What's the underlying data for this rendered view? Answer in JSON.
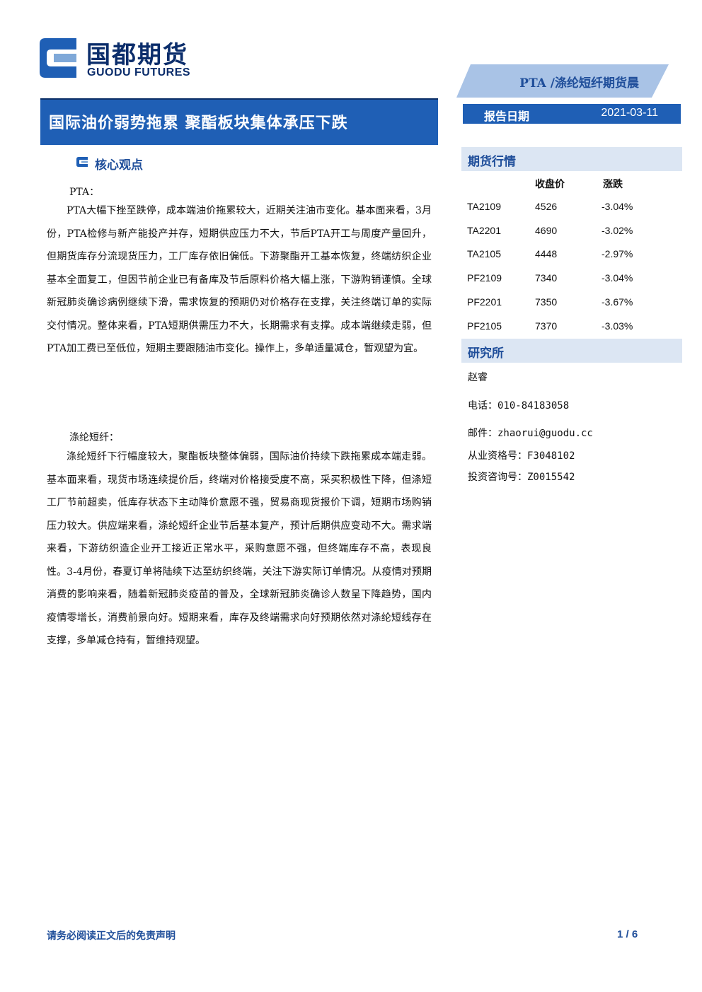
{
  "brand": {
    "name_cn": "国都期货",
    "name_en": "GUODU FUTURES",
    "primary_color": "#1f5fb5",
    "dark_color": "#0b2d6b",
    "light_color": "#a9c3e6"
  },
  "header": {
    "report_type": "PTA /涤纶短纤期货晨",
    "title": "国际油价弱势拖累 聚酯板块集体承压下跌",
    "date_label": "报告日期",
    "date_value": "2021-03-11"
  },
  "core": {
    "heading": "核心观点",
    "pta": {
      "label": "PTA：",
      "text": "PTA大幅下挫至跌停，成本端油价拖累较大，近期关注油市变化。基本面来看，3月份，PTA检修与新产能投产并存，短期供应压力不大，节后PTA开工与周度产量回升，但期货库存分流现货压力，工厂库存依旧偏低。下游聚酯开工基本恢复，终端纺织企业基本全面复工，但因节前企业已有备库及节后原料价格大幅上涨，下游购销谨慎。全球新冠肺炎确诊病例继续下滑，需求恢复的预期仍对价格存在支撑，关注终端订单的实际交付情况。整体来看，PTA短期供需压力不大，长期需求有支撑。成本端继续走弱，但PTA加工费已至低位，短期主要跟随油市变化。操作上，多单适量减仓，暂观望为宜。"
    },
    "staple": {
      "label": "涤纶短纤：",
      "text": "涤纶短纤下行幅度较大，聚酯板块整体偏弱，国际油价持续下跌拖累成本端走弱。基本面来看，现货市场连续提价后，终端对价格接受度不高，采买积极性下降，但涤短工厂节前超卖，低库存状态下主动降价意愿不强，贸易商现货报价下调，短期市场购销压力较大。供应端来看，涤纶短纤企业节后基本复产，预计后期供应变动不大。需求端来看，下游纺织造企业开工接近正常水平，采购意愿不强，但终端库存不高，表现良性。3-4月份，春夏订单将陆续下达至纺织终端，关注下游实际订单情况。从疫情对预期消费的影响来看，随着新冠肺炎疫苗的普及，全球新冠肺炎确诊人数呈下降趋势，国内疫情零增长，消费前景向好。短期来看，库存及终端需求向好预期依然对涤纶短线存在支撑，多单减仓持有，暂维持观望。"
    }
  },
  "market": {
    "heading": "期货行情",
    "col_close": "收盘价",
    "col_change": "涨跌",
    "rows": [
      {
        "contract": "TA2109",
        "close": "4526",
        "change": "-3.04%"
      },
      {
        "contract": "TA2201",
        "close": "4690",
        "change": "-3.02%"
      },
      {
        "contract": "TA2105",
        "close": "4448",
        "change": "-2.97%"
      },
      {
        "contract": "PF2109",
        "close": "7340",
        "change": "-3.04%"
      },
      {
        "contract": "PF2201",
        "close": "7350",
        "change": "-3.67%"
      },
      {
        "contract": "PF2105",
        "close": "7370",
        "change": "-3.03%"
      }
    ]
  },
  "research": {
    "heading": "研究所",
    "analyst": "赵睿",
    "phone": "电话：010-84183058",
    "email": "邮件：zhaorui@guodu.cc",
    "qualification": "从业资格号：F3048102",
    "consulting": "投资咨询号：Z0015542"
  },
  "footer": {
    "disclaimer": "请务必阅读正文后的免责声明",
    "page": "1 / 6"
  }
}
